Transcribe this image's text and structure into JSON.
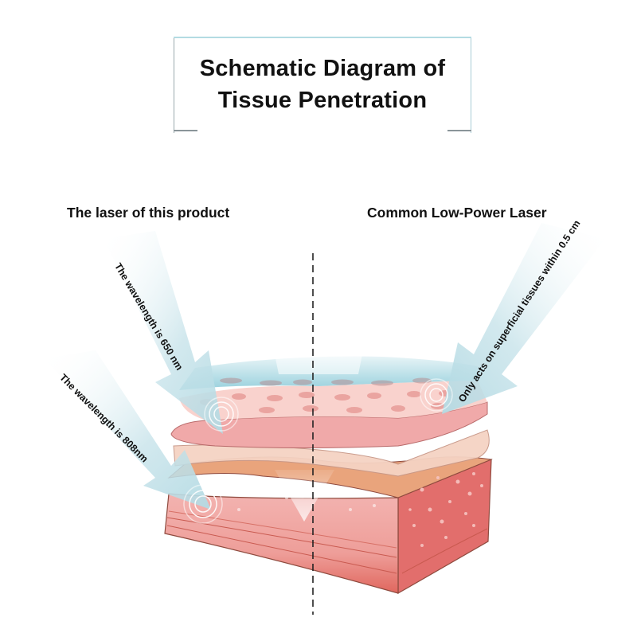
{
  "title": {
    "line1": "Schematic Diagram of",
    "line2": "Tissue Penetration"
  },
  "columns": {
    "left": "The laser of this product",
    "right": "Common Low-Power Laser"
  },
  "annotations": {
    "wavelength_650": "The wavelength is 650  nm",
    "wavelength_808": "The wavelength is 808nm",
    "superficial": "Only acts on superficial tissues within 0.5 cm"
  },
  "colors": {
    "title_border": "#b3dbe2",
    "arrow_blue": "#bfe0e8",
    "epidermis_blue": "#9fd3df",
    "skin_pink": "#f2b7b4",
    "muscle_red": "#e4706a",
    "fat_orange": "#e9a77e",
    "divider": "#222222"
  }
}
